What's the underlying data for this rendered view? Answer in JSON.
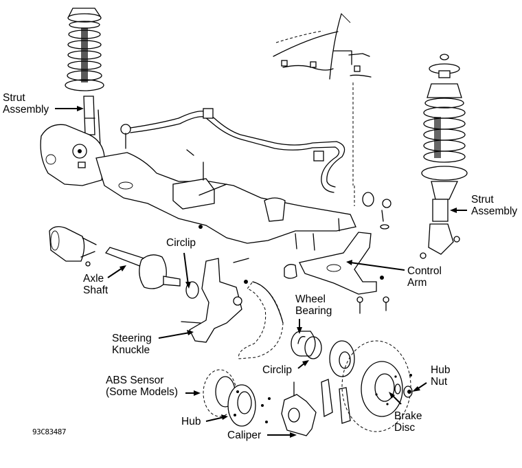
{
  "diagram": {
    "figure_id": "93C83487",
    "colors": {
      "line": "#000000",
      "background": "#ffffff"
    },
    "labels": {
      "strut_assembly_left": [
        "Strut",
        "Assembly"
      ],
      "strut_assembly_right": [
        "Strut",
        "Assembly"
      ],
      "circlip_upper": "Circlip",
      "axle_shaft": [
        "Axle",
        "Shaft"
      ],
      "control_arm": [
        "Control",
        "Arm"
      ],
      "wheel_bearing": [
        "Wheel",
        "Bearing"
      ],
      "steering_knuckle": [
        "Steering",
        "Knuckle"
      ],
      "circlip_lower": "Circlip",
      "abs_sensor": [
        "ABS Sensor",
        "(Some Models)"
      ],
      "hub_nut": [
        "Hub",
        "Nut"
      ],
      "hub": "Hub",
      "caliper": "Caliper",
      "brake_disc": [
        "Brake",
        "Disc"
      ]
    }
  }
}
